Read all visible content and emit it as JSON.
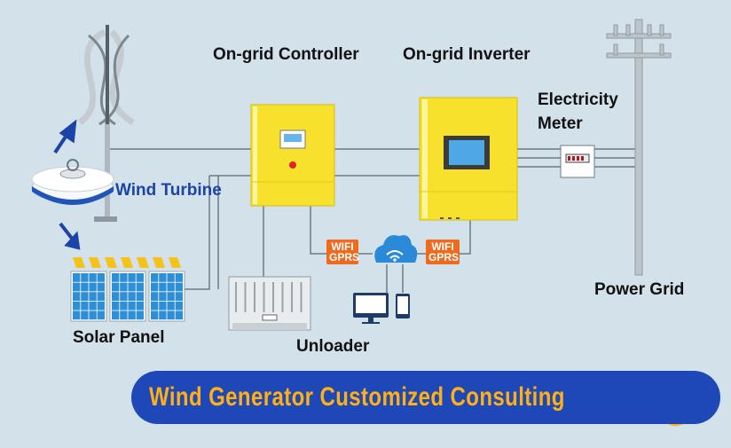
{
  "labels": {
    "controller": "On-grid Controller",
    "inverter": "On-grid Inverter",
    "meter_line1": "Electricity",
    "meter_line2": "Meter",
    "turbine": "Wind Turbine",
    "solar": "Solar Panel",
    "unloader": "Unloader",
    "grid": "Power Grid"
  },
  "badges": {
    "left_line1": "WIFI",
    "left_line2": "GPRS",
    "right_line1": "WIFI",
    "right_line2": "GPRS"
  },
  "banner": {
    "text": "Wind Generator Customized Consulting",
    "icon": "hand-pointer-icon"
  },
  "colors": {
    "background": "#d3e1ea",
    "device_yellow": "#f7e12c",
    "badge_orange": "#f06a1e",
    "banner_blue": "#1e47b7",
    "banner_text": "#ffb015",
    "solar_blue": "#2f8fd6",
    "label_blue": "#1c44a6"
  }
}
